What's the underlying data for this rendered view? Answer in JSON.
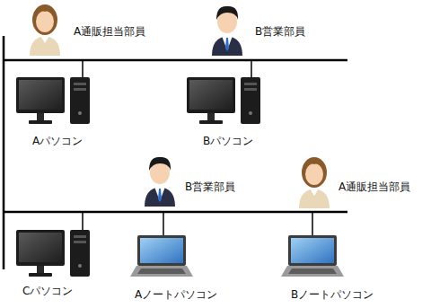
{
  "diagram": {
    "labels": [
      "A通販担当部員",
      "B営業部員",
      "Aパソコン",
      "Bパソコン",
      "B営業部員",
      "A通販担当部員",
      "Cパソコン",
      "Aノートパソコン",
      "Bノートパソコン"
    ]
  }
}
